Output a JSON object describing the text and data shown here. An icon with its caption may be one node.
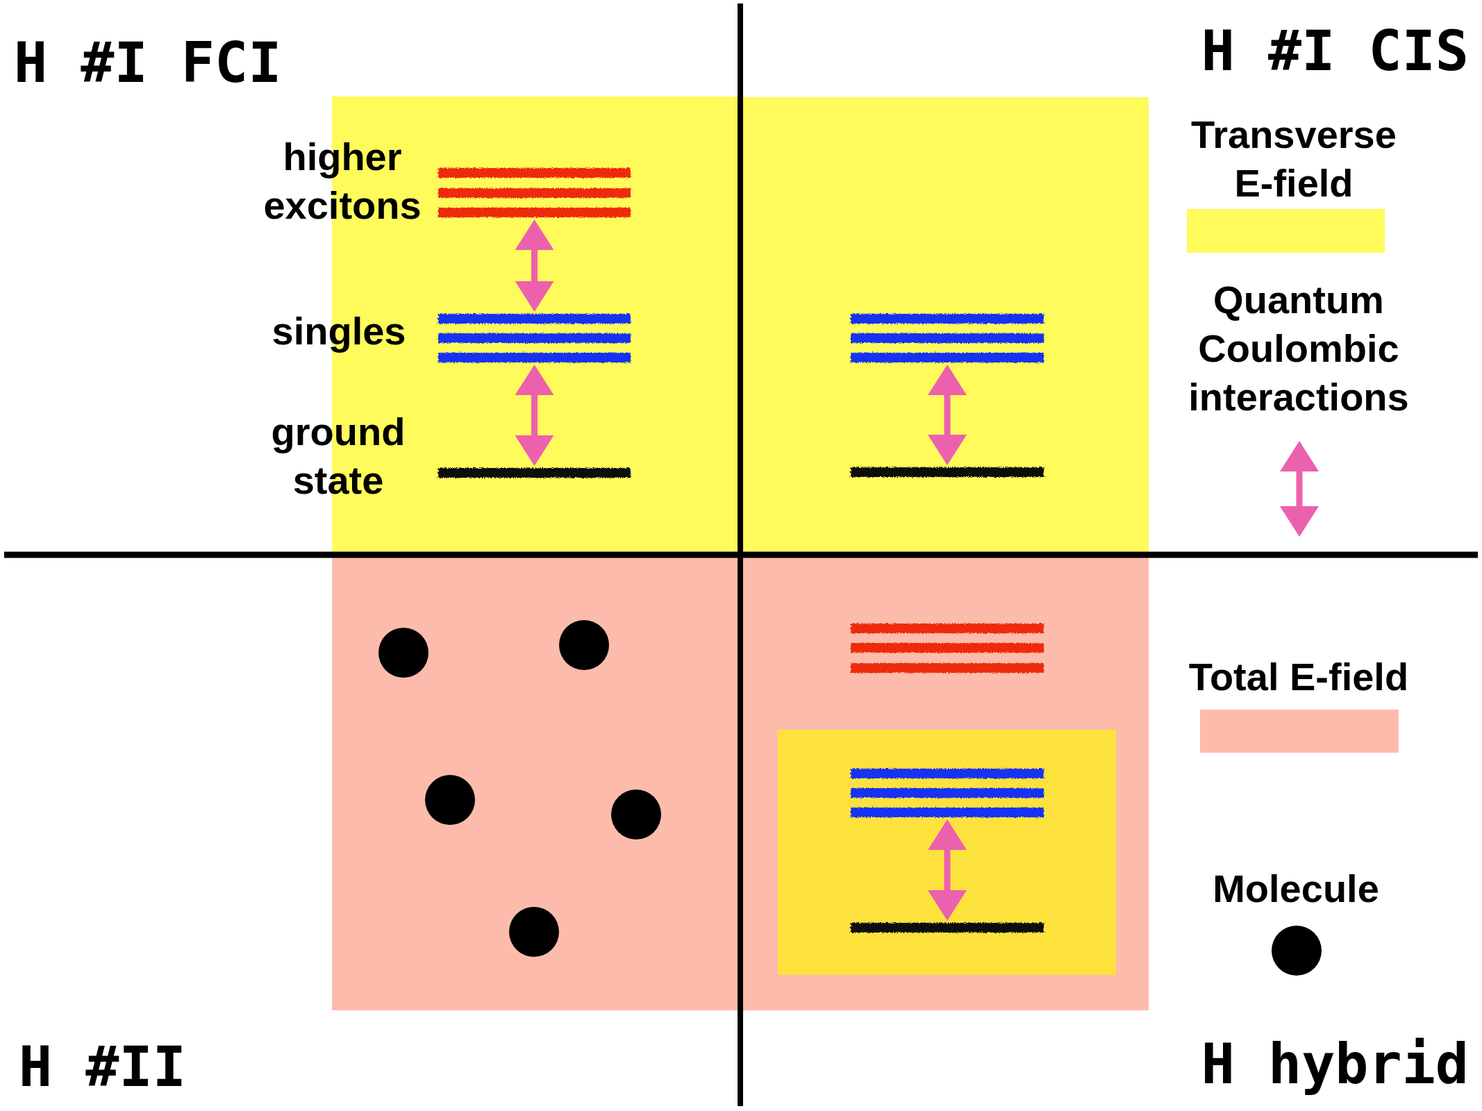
{
  "diagram": {
    "nodes": [
      {
        "text": [],
        "shape": "box"
      },
      {
        "text": [],
        "shape": "bar",
        "in": 0,
        "beside": [
          "higher excitons"
        ]
      },
      {
        "text": [],
        "shape": "bar",
        "in": 0,
        "beside": [
          "singles"
        ]
      },
      {
        "text": [],
        "shape": "bar",
        "in": 0,
        "beside": [
          "ground state"
        ]
      },
      {
        "text": [],
        "shape": "box"
      },
      {
        "text": [],
        "shape": "bar",
        "in": 4
      },
      {
        "text": [],
        "shape": "bar",
        "in": 4
      },
      {
        "text": [],
        "shape": "box"
      },
      {
        "text": [],
        "shape": "circle",
        "in": 7
      },
      {
        "text": [],
        "shape": "circle",
        "in": 7
      },
      {
        "text": [],
        "shape": "circle",
        "in": 7
      },
      {
        "text": [],
        "shape": "circle",
        "in": 7
      },
      {
        "text": [],
        "shape": "circle",
        "in": 7
      },
      {
        "text": [],
        "shape": "box"
      },
      {
        "text": [],
        "shape": "bar",
        "in": 13
      },
      {
        "text": [],
        "shape": "box",
        "in": 13
      },
      {
        "text": [],
        "shape": "bar",
        "in": 15
      },
      {
        "text": [],
        "shape": "bar",
        "in": 15
      }
    ],
    "edges": [
      {
        "from": 1,
        "to": 2,
        "arrow": "both"
      },
      {
        "from": 2,
        "to": 3,
        "arrow": "both"
      },
      {
        "from": 5,
        "to": 6,
        "arrow": "both"
      },
      {
        "from": 16,
        "to": 17,
        "arrow": "both"
      }
    ],
    "labels": [
      "H #I FCI",
      "H #I CIS",
      "H #II",
      "H hybrid"
    ],
    "legend": [
      {
        "text": "Transverse E-field",
        "color": "#fefb5b"
      },
      {
        "text": "Quantum Coulombic interactions"
      },
      {
        "text": "Total E-field",
        "color": "#fdbcab"
      },
      {
        "text": "Molecule"
      }
    ]
  }
}
